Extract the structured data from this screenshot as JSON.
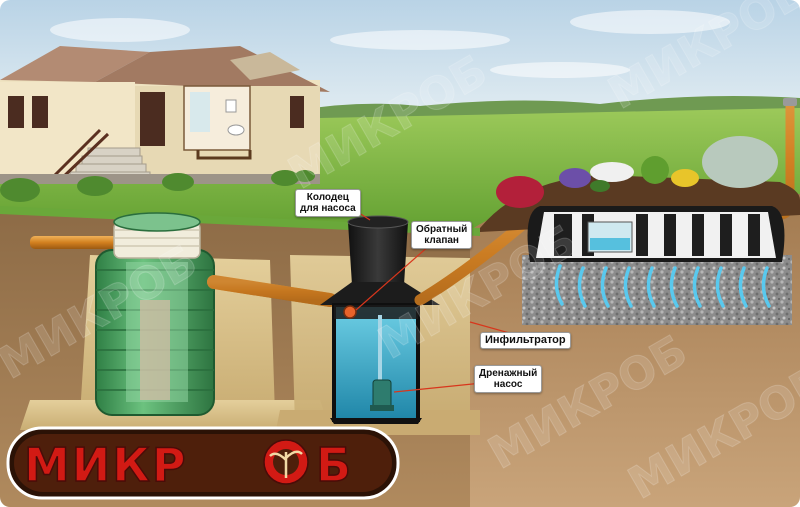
{
  "labels": {
    "pump_well": "Колодец\nдля насоса",
    "check_valve": "Обратный\nклапан",
    "infiltrator": "Инфильтратор",
    "drain_pump": "Дренажный\nнасос"
  },
  "watermark_text": "МИКРОБ",
  "logo": {
    "text_left": "МИКР",
    "text_right": "Б"
  },
  "colors": {
    "sky": "#cfe2ef",
    "grass": "#7fb845",
    "soil": "#8a6642",
    "pipe": "#d7892c",
    "tank_green": "#3f9e5a",
    "water": "#3fb3cf",
    "logo_red": "#d21a14"
  }
}
